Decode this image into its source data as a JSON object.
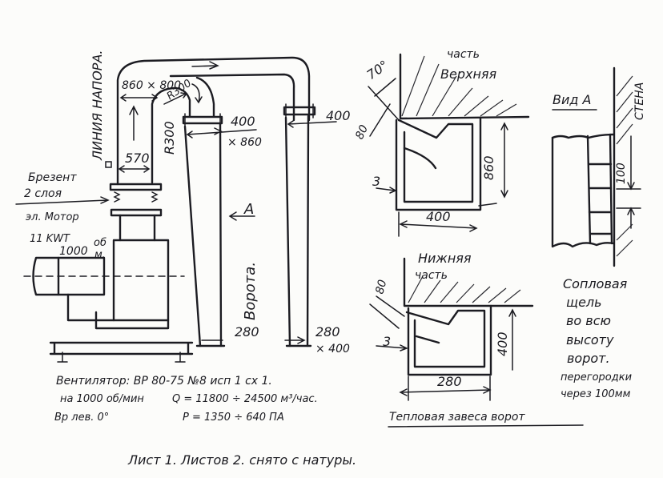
{
  "duct": {
    "supply_line": "ЛИНИЯ НАПОРА.",
    "size_main": "860 × 800",
    "width_570": "570",
    "radius_small": "R300",
    "radius_large": "R300",
    "outlet_left_w": "400",
    "outlet_left_h": "× 860",
    "outlet_right_w": "400",
    "bottom_left_w": "280",
    "bottom_right_w": "280",
    "bottom_right_h": "× 400",
    "view_arrow": "A",
    "gate_label": "Ворота."
  },
  "fan": {
    "canvas_label": "Брезент",
    "layers": "2 слоя",
    "motor_label": "эл. Мотор",
    "power": "11 KWT",
    "rpm_value": "1000",
    "rpm_unit_top": "об",
    "rpm_unit_bottom": "м."
  },
  "upper_section": {
    "title_1": "часть",
    "title_2": "Верхняя",
    "angle": "70°",
    "gap": "80",
    "slot": "3",
    "height": "860",
    "width": "400"
  },
  "lower_section": {
    "title_1": "Нижняя",
    "title_2": "часть",
    "gap": "80",
    "slot": "3",
    "height": "400",
    "width": "280"
  },
  "view_a": {
    "title": "Вид А",
    "wall": "СТЕНА",
    "pitch": "100"
  },
  "notes": {
    "nozzle": [
      "Сопловая",
      "щель",
      "во всю",
      "высоту",
      "ворот.",
      "перегородки",
      "через 100мм"
    ]
  },
  "spec": {
    "fan_line": "Вентилятор:  ВР 80-75 №8 исп 1 сх 1.",
    "rpm_line": "на 1000 об/мин",
    "flow_line": "Q = 11800 ÷ 24500 м³/час.",
    "rotation_line": "Вр лев. 0°",
    "pressure_line": "P = 1350 ÷ 640 ПА",
    "title": "Тепловая завеса ворот",
    "footer": "Лист 1.  Листов 2.  снято с натуры."
  }
}
